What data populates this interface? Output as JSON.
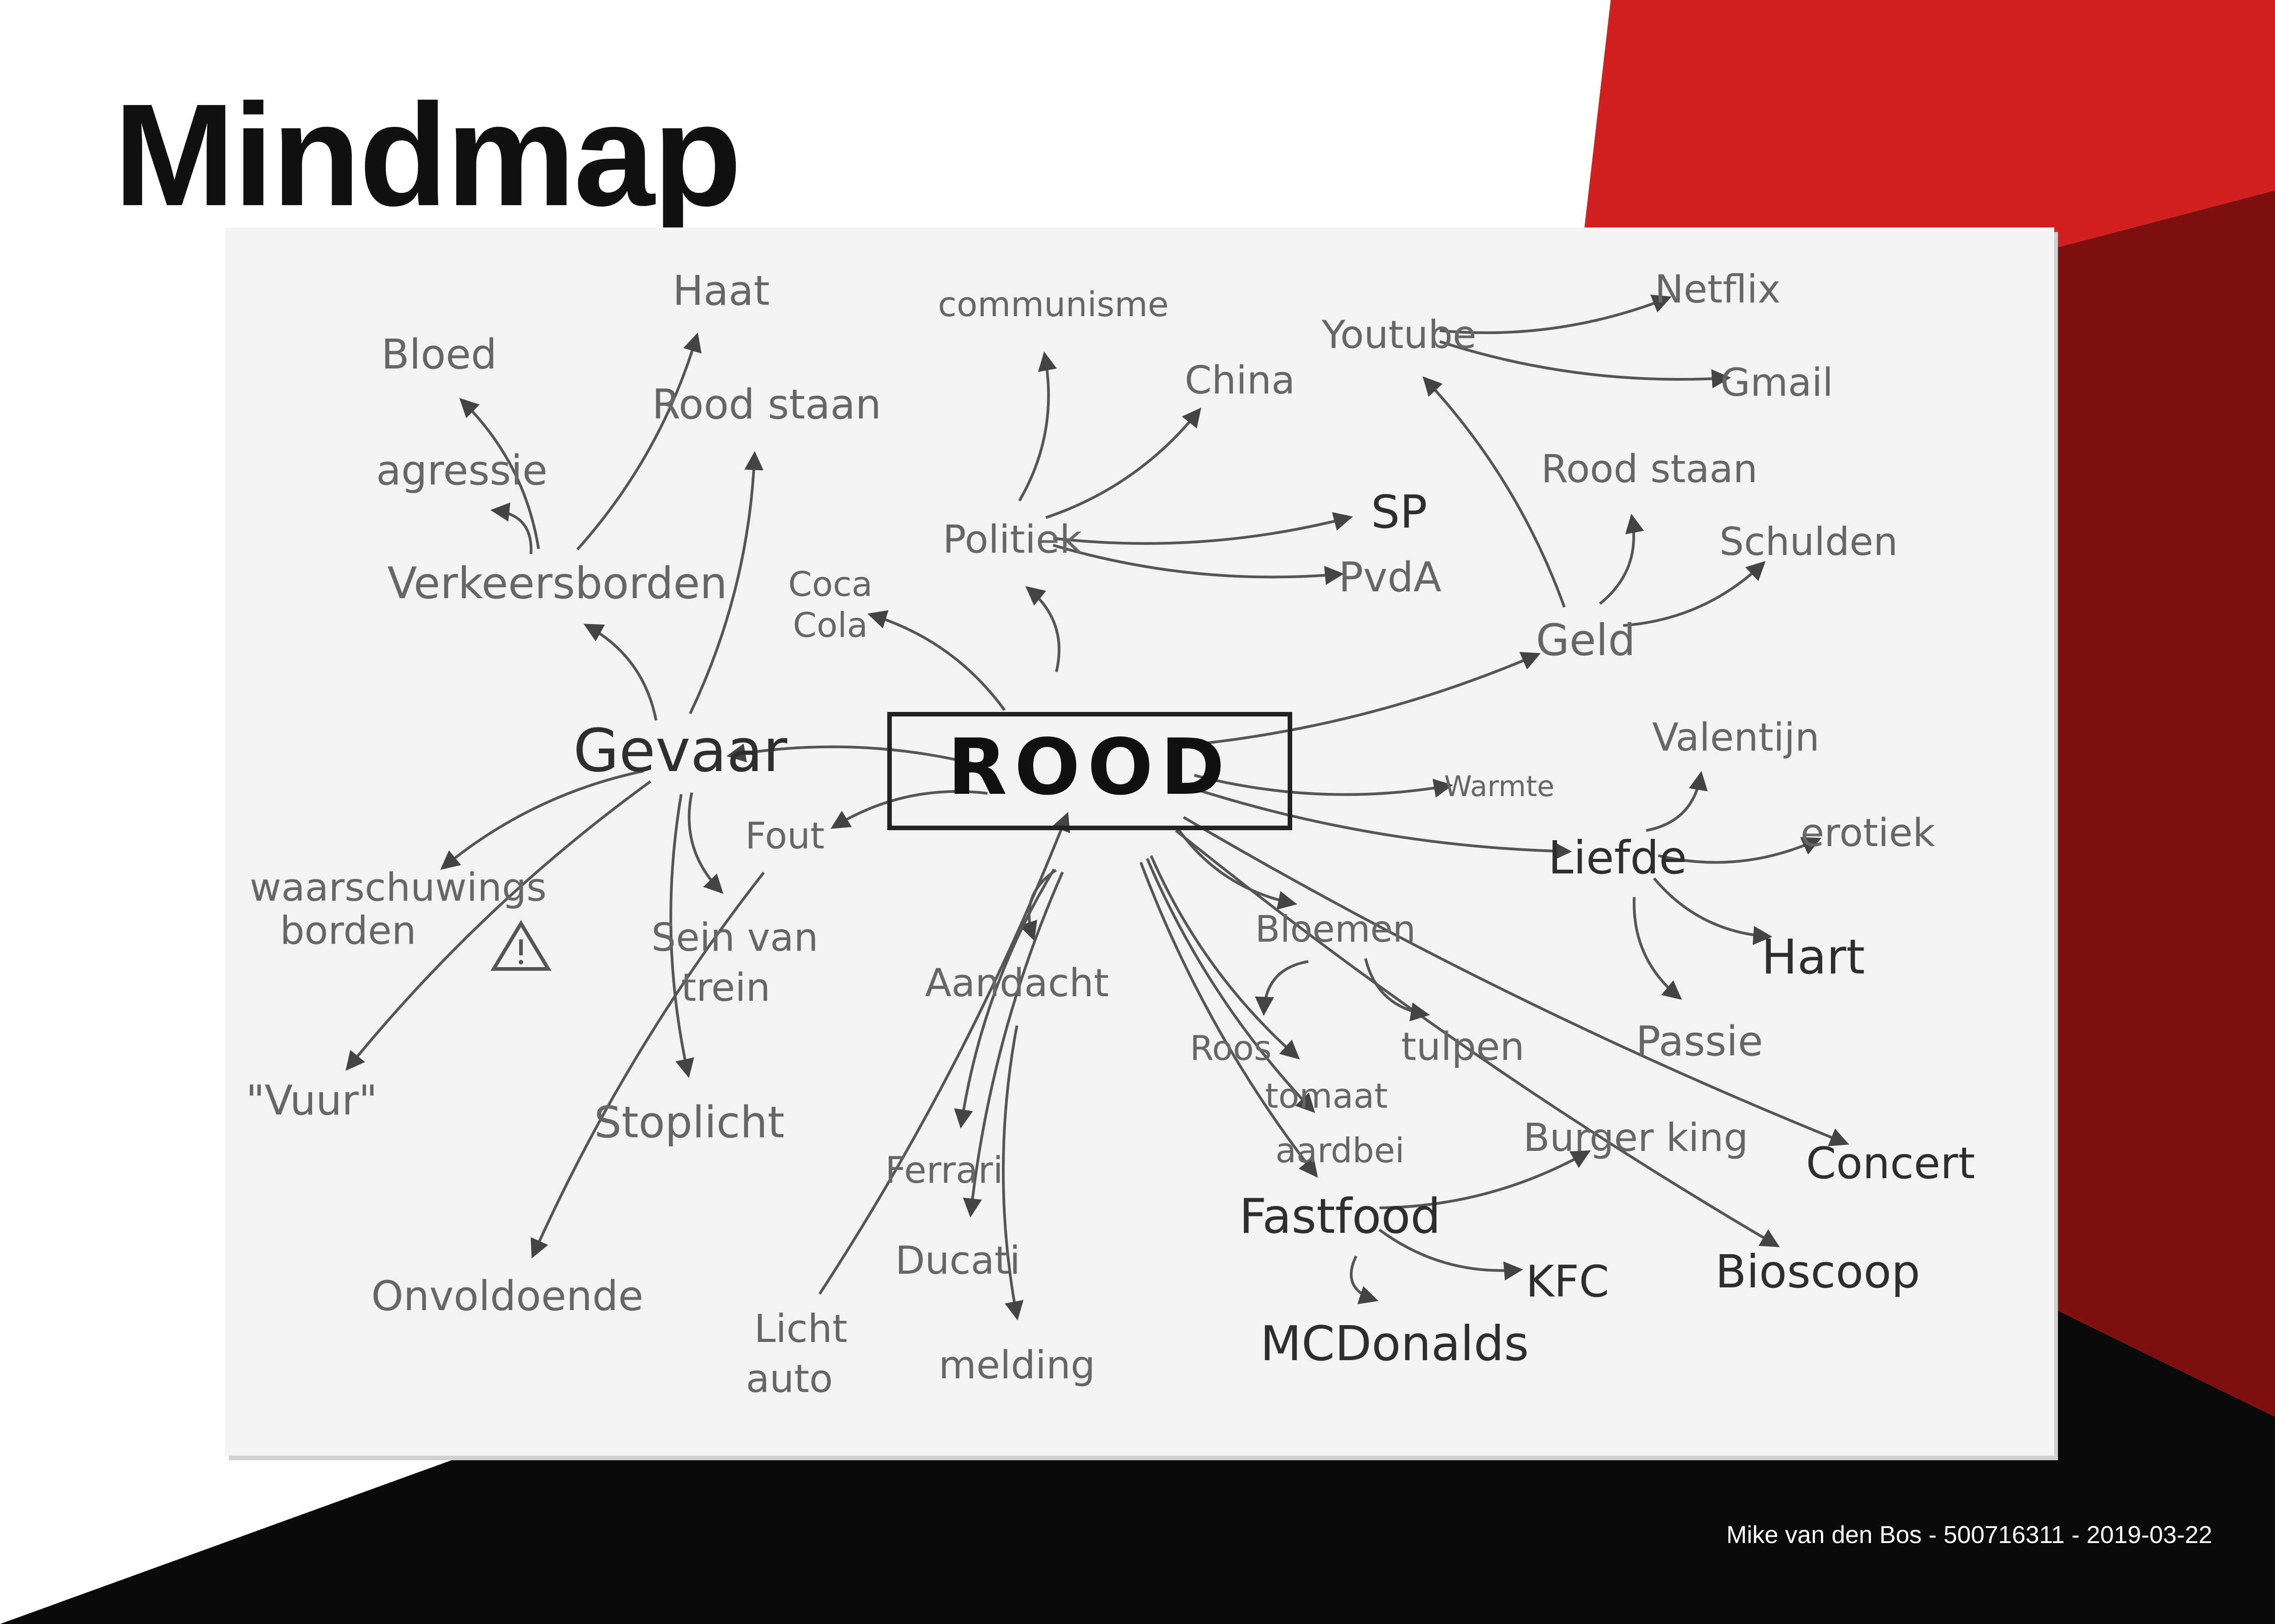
{
  "title": "Mindmap",
  "credit": "Mike van den Bos - 500716311 - 2019-03-22",
  "colors": {
    "accent_red": "#d21f1f",
    "dark_red": "#7e1010",
    "black": "#0a0a0a",
    "paper": "#f3f3f1",
    "ink": "#3a3a3a",
    "pencil": "#6e6e6e"
  },
  "mindmap": {
    "center": "ROOD",
    "nodes": [
      {
        "id": "gevaar",
        "text": "Gevaar"
      },
      {
        "id": "verkeersborden",
        "text": "Verkeersborden"
      },
      {
        "id": "agressie",
        "text": "agressie"
      },
      {
        "id": "bloed",
        "text": "Bloed"
      },
      {
        "id": "haat",
        "text": "Haat"
      },
      {
        "id": "roodstaan1",
        "text": "Rood staan"
      },
      {
        "id": "waarschuwings",
        "text": "waarschuwings"
      },
      {
        "id": "borden",
        "text": "borden"
      },
      {
        "id": "vuur",
        "text": "\"Vuur\""
      },
      {
        "id": "seinvan",
        "text": "Sein van"
      },
      {
        "id": "trein",
        "text": "trein"
      },
      {
        "id": "stoplicht",
        "text": "Stoplicht"
      },
      {
        "id": "onvoldoende",
        "text": "Onvoldoende"
      },
      {
        "id": "fout",
        "text": "Fout"
      },
      {
        "id": "coca",
        "text": "Coca"
      },
      {
        "id": "cola",
        "text": "Cola"
      },
      {
        "id": "politiek",
        "text": "Politiek"
      },
      {
        "id": "communisme",
        "text": "communisme"
      },
      {
        "id": "china",
        "text": "China"
      },
      {
        "id": "sp",
        "text": "SP"
      },
      {
        "id": "pvda",
        "text": "PvdA"
      },
      {
        "id": "aandacht",
        "text": "Aandacht"
      },
      {
        "id": "melding",
        "text": "melding"
      },
      {
        "id": "ferrari",
        "text": "Ferrari"
      },
      {
        "id": "ducati",
        "text": "Ducati"
      },
      {
        "id": "licht",
        "text": "Licht"
      },
      {
        "id": "auto",
        "text": "auto"
      },
      {
        "id": "youtube",
        "text": "Youtube"
      },
      {
        "id": "netflix",
        "text": "Netflix"
      },
      {
        "id": "gmail",
        "text": "Gmail"
      },
      {
        "id": "roodstaan2",
        "text": "Rood staan"
      },
      {
        "id": "schulden",
        "text": "Schulden"
      },
      {
        "id": "geld",
        "text": "Geld"
      },
      {
        "id": "warmte",
        "text": "Warmte"
      },
      {
        "id": "valentijn",
        "text": "Valentijn"
      },
      {
        "id": "liefde",
        "text": "Liefde"
      },
      {
        "id": "erotiek",
        "text": "erotiek"
      },
      {
        "id": "hart",
        "text": "Hart"
      },
      {
        "id": "passie",
        "text": "Passie"
      },
      {
        "id": "bloemen",
        "text": "Bloemen"
      },
      {
        "id": "roos",
        "text": "Roos"
      },
      {
        "id": "tulpen",
        "text": "tulpen"
      },
      {
        "id": "tomaat",
        "text": "tomaat"
      },
      {
        "id": "aardbei",
        "text": "aardbei"
      },
      {
        "id": "fastfood",
        "text": "Fastfood"
      },
      {
        "id": "burgerking",
        "text": "Burger king"
      },
      {
        "id": "kfc",
        "text": "KFC"
      },
      {
        "id": "mcdonalds",
        "text": "MCDonalds"
      },
      {
        "id": "concert",
        "text": "Concert"
      },
      {
        "id": "bioscoop",
        "text": "Bioscoop"
      }
    ],
    "edges": [
      [
        "center",
        "gevaar"
      ],
      [
        "center",
        "fout"
      ],
      [
        "center",
        "coca"
      ],
      [
        "center",
        "politiek"
      ],
      [
        "center",
        "aandacht"
      ],
      [
        "center",
        "geld"
      ],
      [
        "center",
        "warmte"
      ],
      [
        "center",
        "liefde"
      ],
      [
        "center",
        "bloemen"
      ],
      [
        "center",
        "fastfood"
      ],
      [
        "center",
        "tomaat"
      ],
      [
        "center",
        "aardbei"
      ],
      [
        "center",
        "concert"
      ],
      [
        "center",
        "bioscoop"
      ],
      [
        "center",
        "ferrari"
      ],
      [
        "center",
        "ducati"
      ],
      [
        "gevaar",
        "verkeersborden"
      ],
      [
        "gevaar",
        "roodstaan1"
      ],
      [
        "gevaar",
        "waarschuwings"
      ],
      [
        "gevaar",
        "vuur"
      ],
      [
        "gevaar",
        "seinvan"
      ],
      [
        "gevaar",
        "stoplicht"
      ],
      [
        "verkeersborden",
        "agressie"
      ],
      [
        "verkeersborden",
        "bloed"
      ],
      [
        "verkeersborden",
        "haat"
      ],
      [
        "fout",
        "onvoldoende"
      ],
      [
        "politiek",
        "communisme"
      ],
      [
        "politiek",
        "china"
      ],
      [
        "politiek",
        "sp"
      ],
      [
        "politiek",
        "pvda"
      ],
      [
        "aandacht",
        "melding"
      ],
      [
        "licht",
        "center"
      ],
      [
        "geld",
        "youtube"
      ],
      [
        "youtube",
        "netflix"
      ],
      [
        "youtube",
        "gmail"
      ],
      [
        "geld",
        "roodstaan2"
      ],
      [
        "geld",
        "schulden"
      ],
      [
        "liefde",
        "valentijn"
      ],
      [
        "liefde",
        "erotiek"
      ],
      [
        "liefde",
        "hart"
      ],
      [
        "liefde",
        "passie"
      ],
      [
        "bloemen",
        "roos"
      ],
      [
        "bloemen",
        "tulpen"
      ],
      [
        "fastfood",
        "burgerking"
      ],
      [
        "fastfood",
        "kfc"
      ],
      [
        "fastfood",
        "mcdonalds"
      ]
    ]
  }
}
